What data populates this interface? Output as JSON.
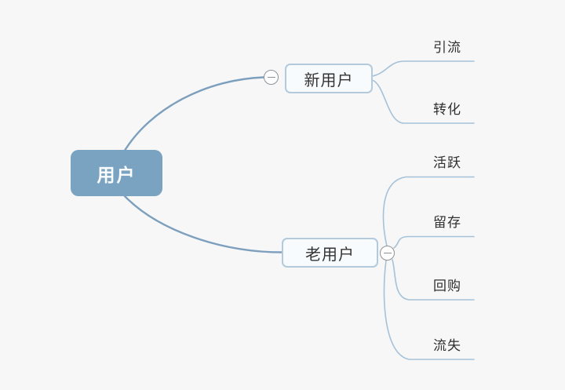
{
  "app": {
    "type": "mindmap-editor"
  },
  "mindmap": {
    "root": {
      "label": "用户"
    },
    "branches": [
      {
        "label": "新用户",
        "collapse_icon": "minus-circle",
        "children": [
          {
            "label": "引流"
          },
          {
            "label": "转化"
          }
        ]
      },
      {
        "label": "老用户",
        "collapse_icon": "minus-circle",
        "children": [
          {
            "label": "活跃"
          },
          {
            "label": "留存"
          },
          {
            "label": "回购"
          },
          {
            "label": "流失"
          }
        ]
      }
    ],
    "colors": {
      "canvas_bg": "#f7f7f7",
      "root_fill": "#7aa3c2",
      "root_text": "#fafcfd",
      "branch_fill": "#f8fbfd",
      "branch_border": "#b3cadc",
      "branch_text": "#333333",
      "edge_primary": "#7d9fbe",
      "edge_secondary": "#a5c2d9",
      "collapse_gray": "#8e9296"
    }
  }
}
